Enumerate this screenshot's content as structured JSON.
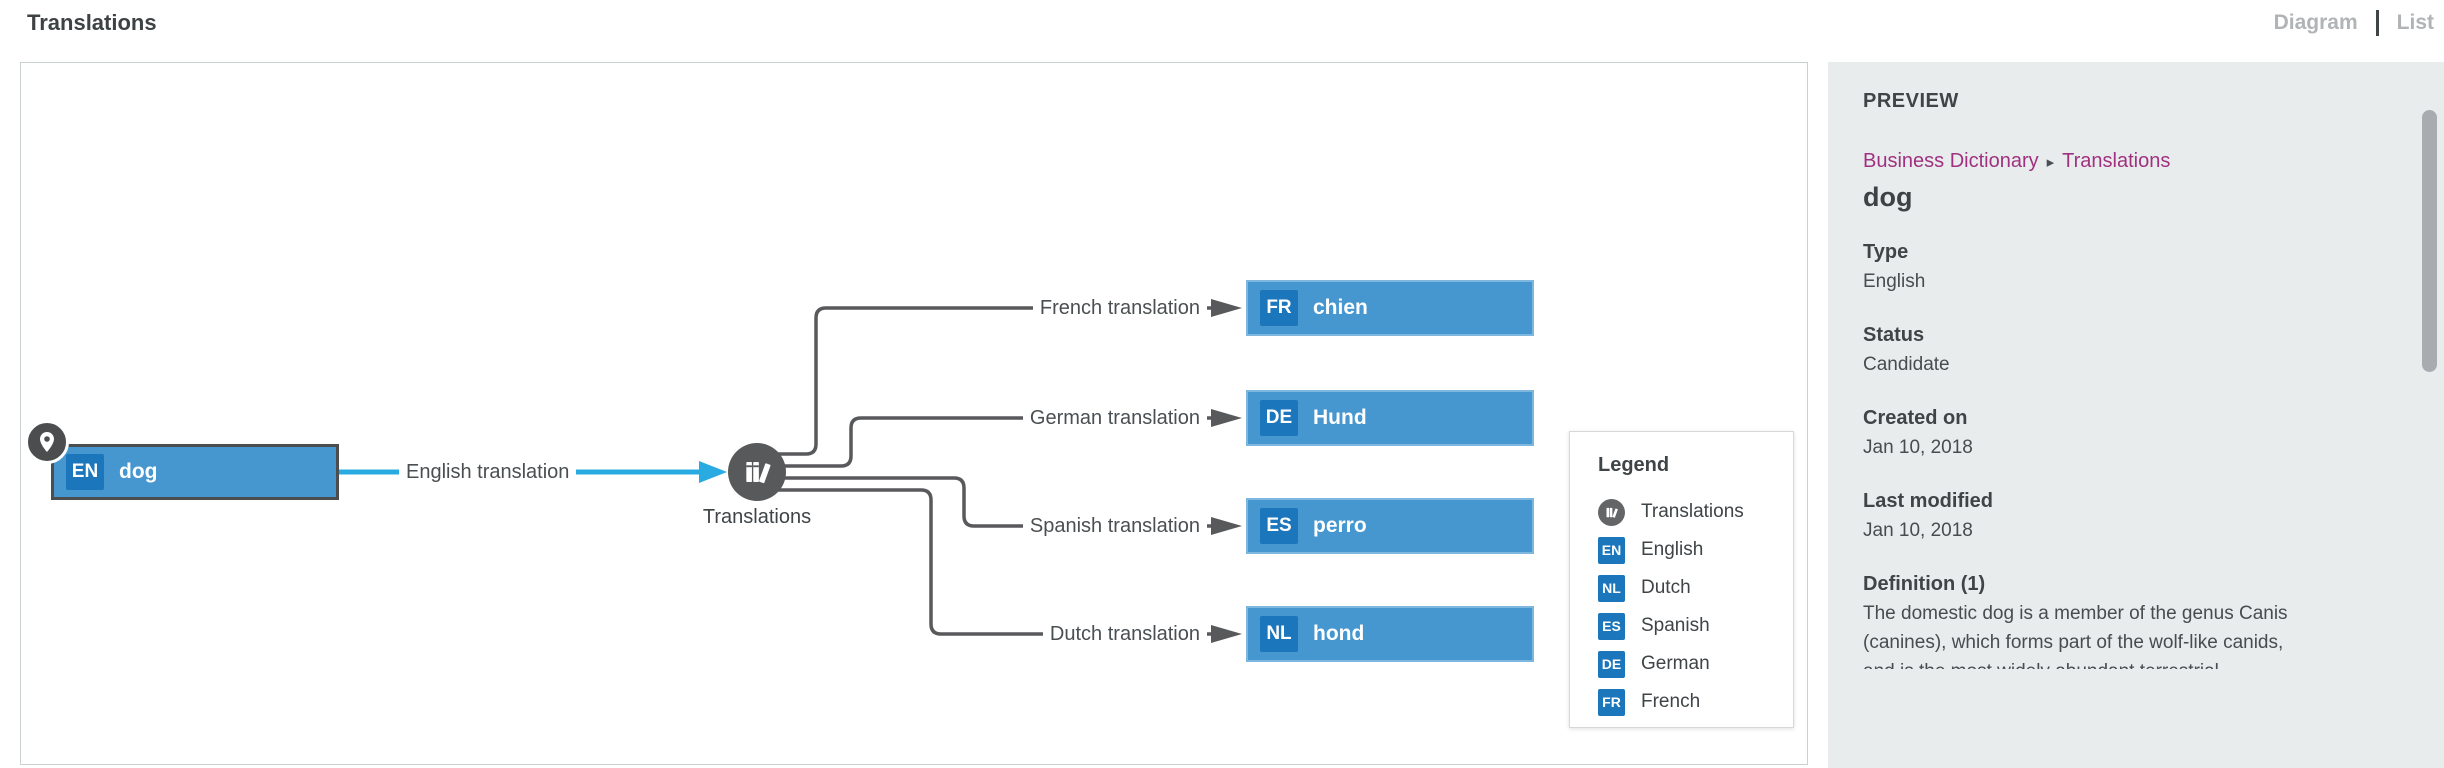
{
  "header": {
    "title": "Translations",
    "tabs": [
      {
        "label": "Diagram"
      },
      {
        "label": "List"
      }
    ]
  },
  "diagram": {
    "source_node": {
      "badge": "EN",
      "label": "dog"
    },
    "source_edge_label": "English translation",
    "hub": {
      "label": "Translations"
    },
    "rows": [
      {
        "edge_label": "French translation",
        "badge": "FR",
        "label": "chien"
      },
      {
        "edge_label": "German translation",
        "badge": "DE",
        "label": "Hund"
      },
      {
        "edge_label": "Spanish translation",
        "badge": "ES",
        "label": "perro"
      },
      {
        "edge_label": "Dutch translation",
        "badge": "NL",
        "label": "hond"
      }
    ],
    "legend": {
      "title": "Legend",
      "items": [
        {
          "icon": "books-icon",
          "label": "Translations"
        },
        {
          "badge": "EN",
          "label": "English"
        },
        {
          "badge": "NL",
          "label": "Dutch"
        },
        {
          "badge": "ES",
          "label": "Spanish"
        },
        {
          "badge": "DE",
          "label": "German"
        },
        {
          "badge": "FR",
          "label": "French"
        }
      ]
    },
    "colors": {
      "node_fill": "#4697cf",
      "badge_fill": "#1b76bc",
      "edge_gray": "#58595b",
      "edge_cyan": "#29abe2"
    }
  },
  "sidebar": {
    "title": "PREVIEW",
    "breadcrumb": {
      "parent": "Business Dictionary",
      "separator": "▸",
      "current": "Translations"
    },
    "asset_title": "dog",
    "fields": [
      {
        "label": "Type",
        "value": "English"
      },
      {
        "label": "Status",
        "value": "Candidate"
      },
      {
        "label": "Created on",
        "value": "Jan 10, 2018"
      },
      {
        "label": "Last modified",
        "value": "Jan 10, 2018"
      },
      {
        "label": "Definition (1)",
        "value": "The domestic dog is a member of the genus Canis (canines), which forms part of the wolf-like canids, and is the most widely abundant terrestrial carnivore."
      }
    ]
  }
}
